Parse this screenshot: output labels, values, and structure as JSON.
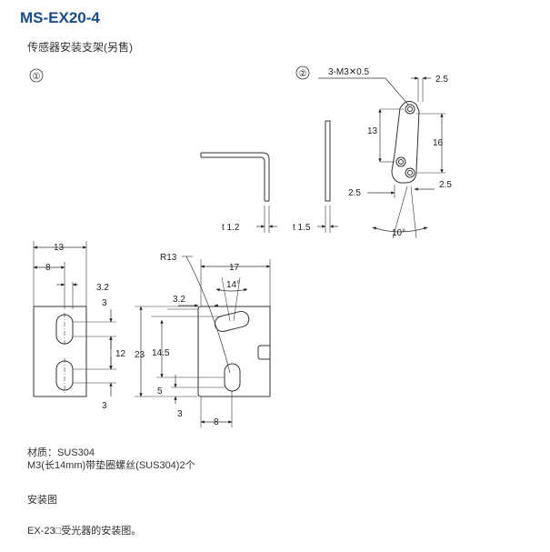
{
  "header": {
    "model": "MS-EX20-4",
    "description": "传感器安装支架(另售)"
  },
  "drawing": {
    "view1": {
      "number": "①",
      "t_label": "t 1.2"
    },
    "view2": {
      "number": "②",
      "t_label": "t 1.5"
    },
    "view2_detail": {
      "thread": "3-M3✕0.5",
      "dims": {
        "top_right": "2.5",
        "left": "13",
        "right": "16",
        "bottom_left": "2.5",
        "bottom_right": "2.5",
        "angle": "10°"
      }
    },
    "front": {
      "width": "13",
      "sub_width": "8",
      "offset": "3.2",
      "h1": "3",
      "mid": "12",
      "h2": "3"
    },
    "side": {
      "radius": "R13",
      "width": "17",
      "angle": "14°",
      "offset": "3.2",
      "height": "23",
      "h_mid": "14.5",
      "h_low": "5",
      "h_bottom": "3",
      "bottom_w": "8"
    }
  },
  "notes": {
    "material": "材质：SUS304",
    "screws": "M3(长14mm)带垫圈螺丝(SUS304)2个",
    "install_title": "安装图",
    "install_desc": "EX-23□受光器的安装图。"
  }
}
